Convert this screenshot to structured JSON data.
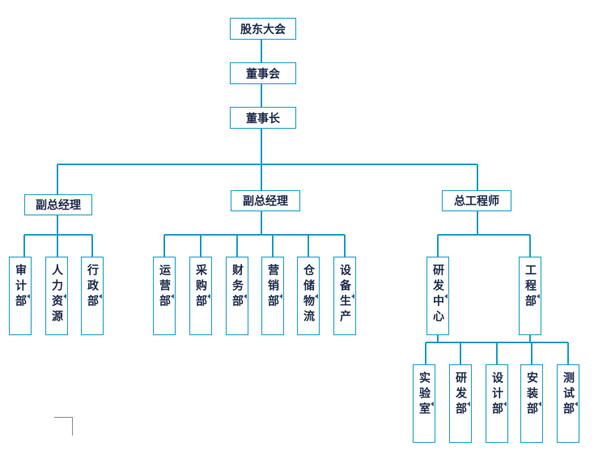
{
  "top": {
    "shareholders": "股东大会",
    "board": "董事会",
    "chairman": "董事长"
  },
  "managers": {
    "vp1": "副总经理",
    "vp2": "副总经理",
    "chief_engineer": "总工程师"
  },
  "departments": {
    "audit": "审计部",
    "hr": "人力资源",
    "admin": "行政部",
    "operations": "运营部",
    "purchasing": "采购部",
    "finance": "财务部",
    "marketing": "营销部",
    "logistics": "仓储物流",
    "equipment": "设备生产",
    "rd_center": "研发中心",
    "engineering": "工程部"
  },
  "engineering_units": {
    "lab": "实验室",
    "rd": "研发部",
    "design": "设计部",
    "install": "安装部",
    "testing": "测试部"
  },
  "colors": {
    "line": "#1a9bc4",
    "border": "#1a9bc4",
    "text": "#1c2a4a"
  }
}
